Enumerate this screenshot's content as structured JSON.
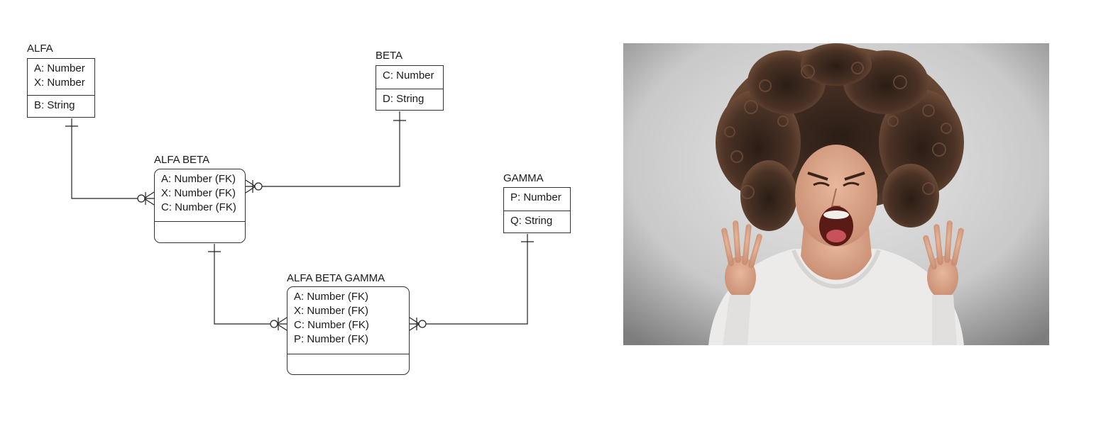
{
  "entities": {
    "alfa": {
      "name": "ALFA",
      "keys": [
        "A: Number",
        "X: Number"
      ],
      "attrs": [
        "B: String"
      ]
    },
    "beta": {
      "name": "BETA",
      "keys": [
        "C: Number"
      ],
      "attrs": [
        "D: String"
      ]
    },
    "alfa_beta": {
      "name": "ALFA BETA",
      "keys": [
        "A: Number (FK)",
        "X: Number (FK)",
        "C: Number (FK)"
      ],
      "attrs": []
    },
    "gamma": {
      "name": "GAMMA",
      "keys": [
        "P: Number"
      ],
      "attrs": [
        "Q: String"
      ]
    },
    "alfa_beta_gamma": {
      "name": "ALFA BETA GAMMA",
      "keys": [
        "A: Number (FK)",
        "X: Number (FK)",
        "C: Number (FK)",
        "P: Number (FK)"
      ],
      "attrs": []
    }
  },
  "relationships": [
    {
      "from": "ALFA",
      "to": "ALFA BETA",
      "from_card": "one",
      "to_card": "zero-or-many"
    },
    {
      "from": "BETA",
      "to": "ALFA BETA",
      "from_card": "one",
      "to_card": "zero-or-many"
    },
    {
      "from": "ALFA BETA",
      "to": "ALFA BETA GAMMA",
      "from_card": "one",
      "to_card": "zero-or-many"
    },
    {
      "from": "GAMMA",
      "to": "ALFA BETA GAMMA",
      "from_card": "one",
      "to_card": "zero-or-many"
    }
  ],
  "photo": {
    "subject": "screaming-woman-photo"
  }
}
